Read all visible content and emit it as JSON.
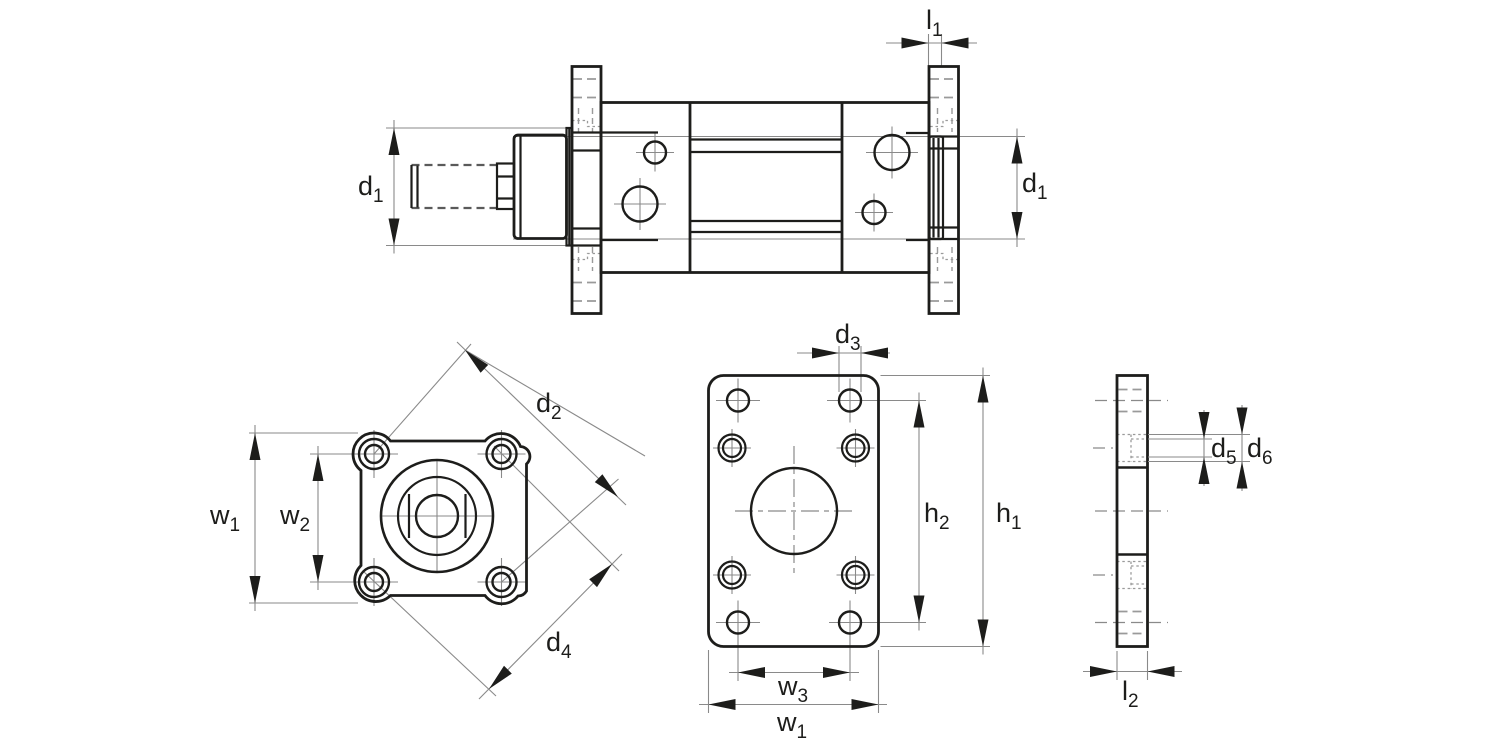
{
  "drawing": {
    "type": "technical-dimension-drawing",
    "subject": "pneumatic cylinder with front and rear mounting flanges: side view, square flange front view, rectangular flange plate view and flange plate side view",
    "background": "#ffffff",
    "line_color": "#1d1d1b",
    "dim_color": "#8a8a8a",
    "labels": {
      "d1_left": {
        "base": "d",
        "sub": "1"
      },
      "l1": {
        "base": "l",
        "sub": "1"
      },
      "d1_right": {
        "base": "d",
        "sub": "1"
      },
      "d2": {
        "base": "d",
        "sub": "2"
      },
      "d4": {
        "base": "d",
        "sub": "4"
      },
      "w1_front": {
        "base": "w",
        "sub": "1"
      },
      "w2": {
        "base": "w",
        "sub": "2"
      },
      "d3": {
        "base": "d",
        "sub": "3"
      },
      "h2": {
        "base": "h",
        "sub": "2"
      },
      "h1": {
        "base": "h",
        "sub": "1"
      },
      "w3": {
        "base": "w",
        "sub": "3"
      },
      "w1_plate": {
        "base": "w",
        "sub": "1"
      },
      "d5": {
        "base": "d",
        "sub": "5"
      },
      "d6": {
        "base": "d",
        "sub": "6"
      },
      "l2": {
        "base": "l",
        "sub": "2"
      }
    }
  }
}
